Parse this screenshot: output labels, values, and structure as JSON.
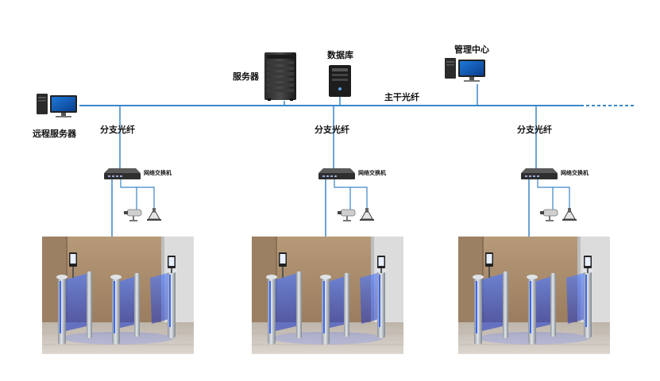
{
  "labels": {
    "remote_server": "远程服务器",
    "server": "服务器",
    "database": "数据库",
    "management_center": "管理中心",
    "trunk_fiber": "主干光纤",
    "branch_fiber": "分支光纤",
    "network_switch": "网络交换机"
  },
  "colors": {
    "fiber_line": "#3a86c8",
    "glass_glow": "#2d5bff",
    "gate_steel": "#b9bfc6",
    "lobby_wall": "#a98b6a",
    "lobby_floor": "#cfc7bd"
  },
  "icons": {
    "remote_server": "desktop-computer-icon",
    "server": "server-rack-icon",
    "database": "tower-server-icon",
    "management_center": "desktop-computer-icon",
    "switch": "network-switch-icon",
    "camera": "security-camera-icon",
    "speaker": "loudspeaker-icon"
  }
}
